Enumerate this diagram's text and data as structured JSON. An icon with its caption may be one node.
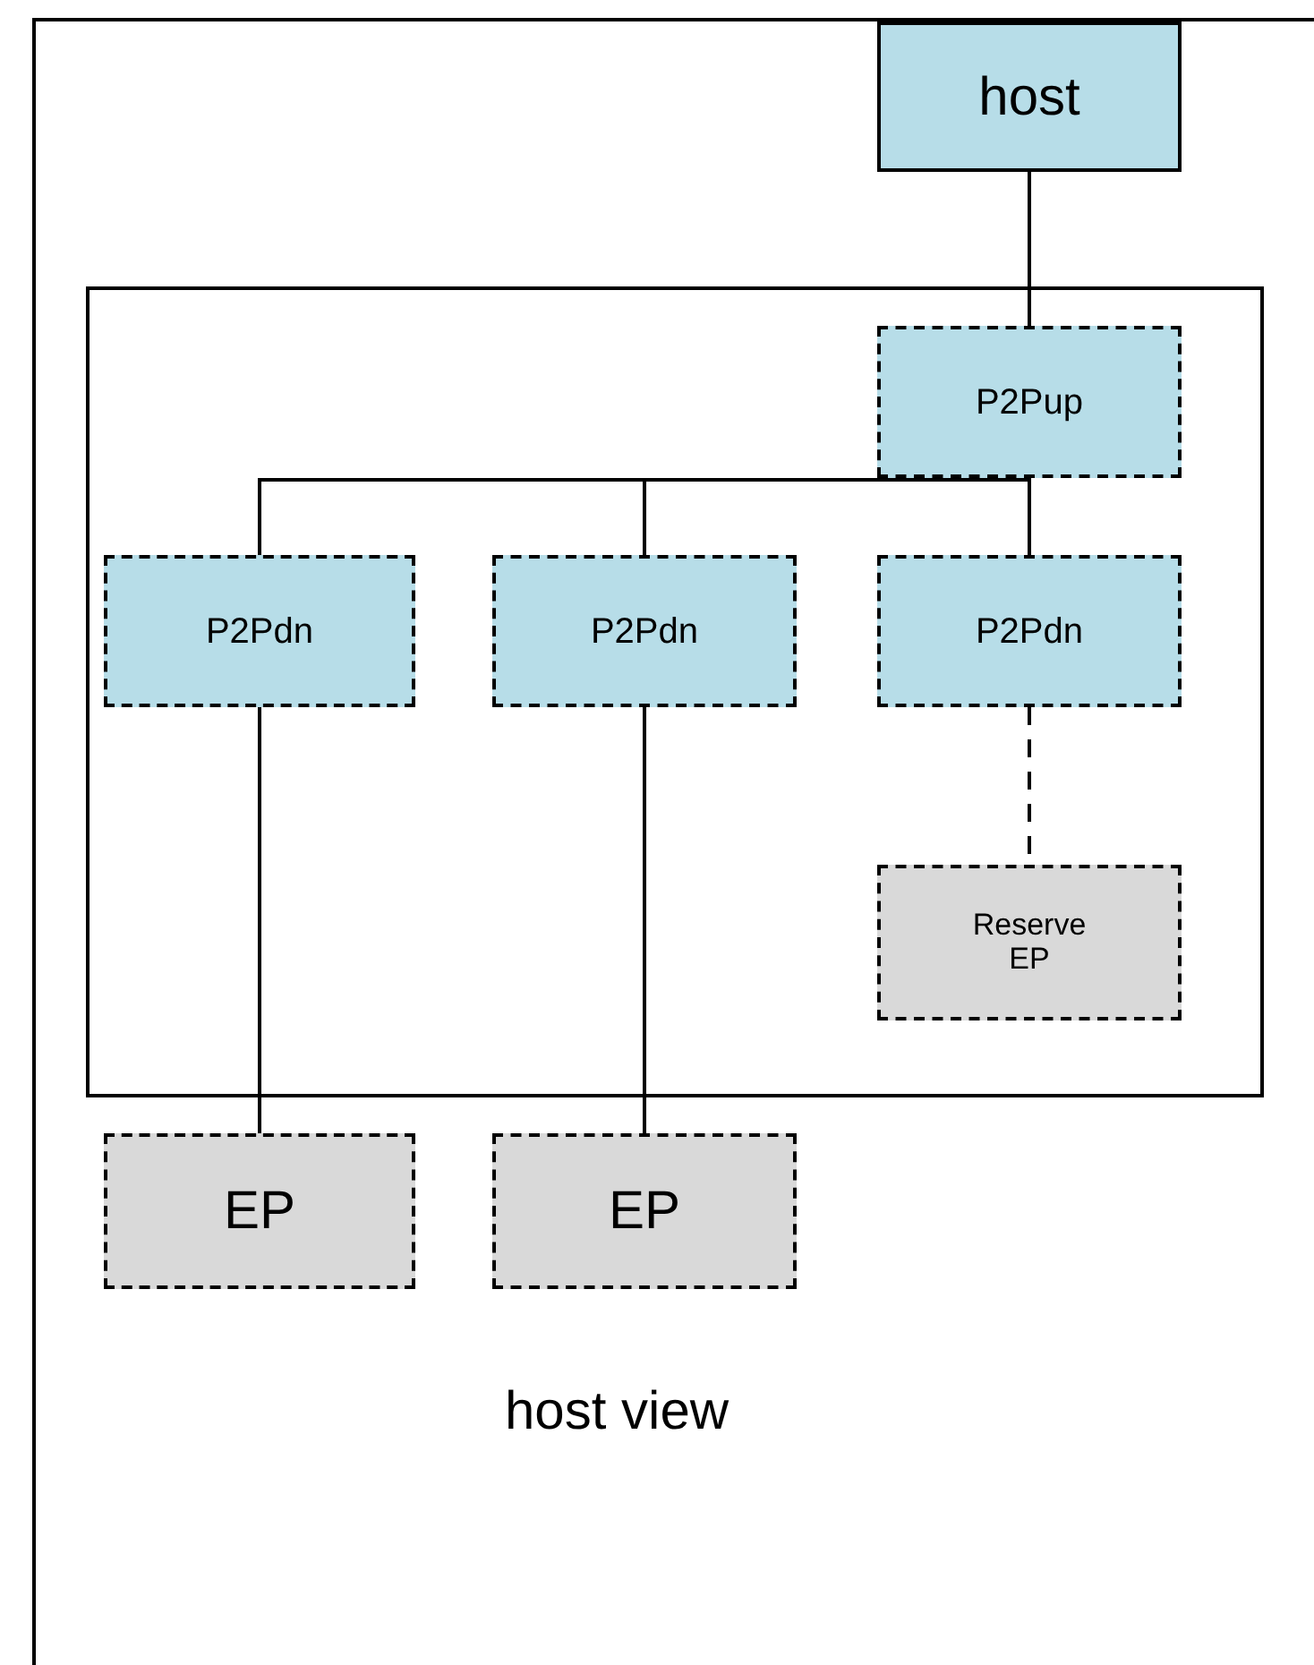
{
  "diagram": {
    "nodes": [
      {
        "text": [
          "host view"
        ]
      },
      {
        "text": [
          "host"
        ],
        "in": 0
      },
      {
        "text": [],
        "shape": "box",
        "in": 0
      },
      {
        "text": [
          "P2Pup"
        ],
        "in": 2
      },
      {
        "text": [
          "P2Pdn"
        ],
        "in": 2
      },
      {
        "text": [
          "P2Pdn"
        ],
        "in": 2
      },
      {
        "text": [
          "P2Pdn"
        ],
        "in": 2
      },
      {
        "text": [
          "Reserve EP"
        ],
        "in": 2
      },
      {
        "text": [
          "EP"
        ],
        "in": 0
      },
      {
        "text": [
          "EP"
        ],
        "in": 0
      }
    ],
    "edges": [
      {
        "from": 1,
        "to": 3,
        "arrow": "none"
      },
      {
        "from": 3,
        "to": 4,
        "arrow": "none"
      },
      {
        "from": 3,
        "to": 5,
        "arrow": "none"
      },
      {
        "from": 3,
        "to": 6,
        "arrow": "none"
      },
      {
        "from": 6,
        "to": 7,
        "arrow": "none",
        "style": "dashed"
      },
      {
        "from": 4,
        "to": 8,
        "arrow": "none"
      },
      {
        "from": 5,
        "to": 9,
        "arrow": "none"
      }
    ]
  }
}
